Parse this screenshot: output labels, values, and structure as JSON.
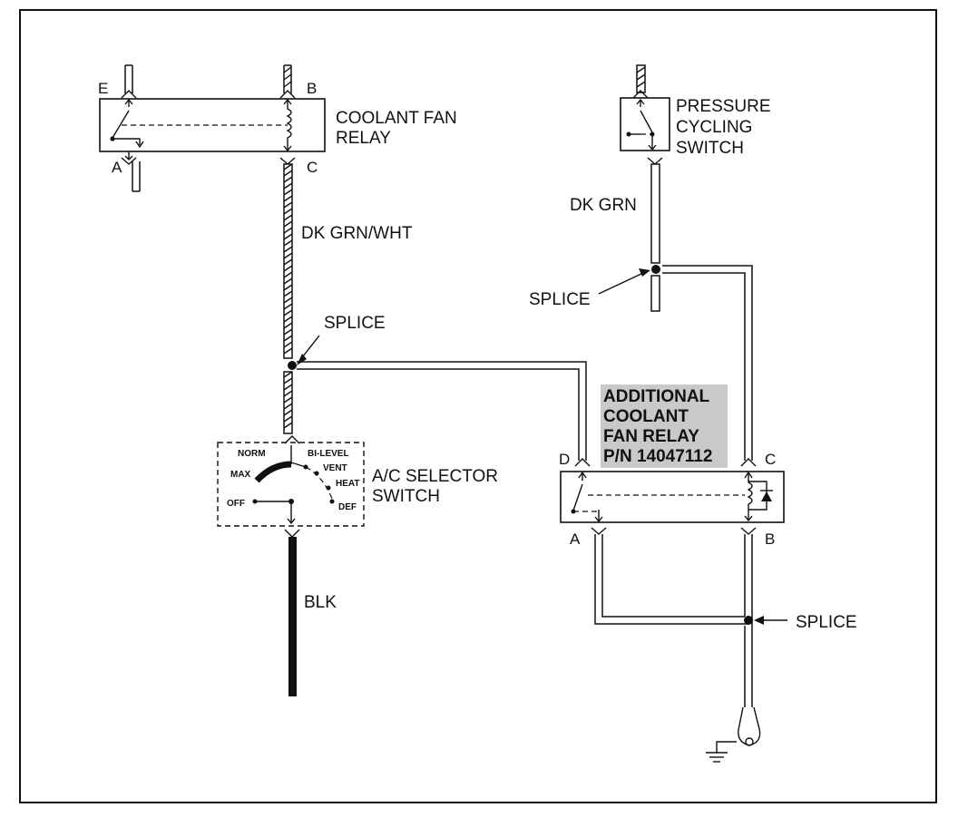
{
  "coolant_fan_relay": {
    "title_line1": "COOLANT FAN",
    "title_line2": "RELAY",
    "pin_e": "E",
    "pin_b": "B",
    "pin_a": "A",
    "pin_c": "C"
  },
  "pressure_cycling_switch": {
    "line1": "PRESSURE",
    "line2": "CYCLING",
    "line3": "SWITCH"
  },
  "wires": {
    "dk_grn_wht": "DK GRN/WHT",
    "dk_grn": "DK GRN",
    "blk": "BLK"
  },
  "splices": {
    "left": "SPLICE",
    "right_top": "SPLICE",
    "right_bottom": "SPLICE"
  },
  "additional_relay": {
    "line1": "ADDITIONAL",
    "line2": "COOLANT",
    "line3": "FAN RELAY",
    "line4": "P/N 14047112",
    "pin_d": "D",
    "pin_c": "C",
    "pin_a": "A",
    "pin_b": "B"
  },
  "ac_selector_switch": {
    "line1": "A/C SELECTOR",
    "line2": "SWITCH",
    "positions": {
      "norm": "NORM",
      "bi_level": "BI-LEVEL",
      "max": "MAX",
      "vent": "VENT",
      "heat": "HEAT",
      "off": "OFF",
      "def": "DEF"
    }
  }
}
